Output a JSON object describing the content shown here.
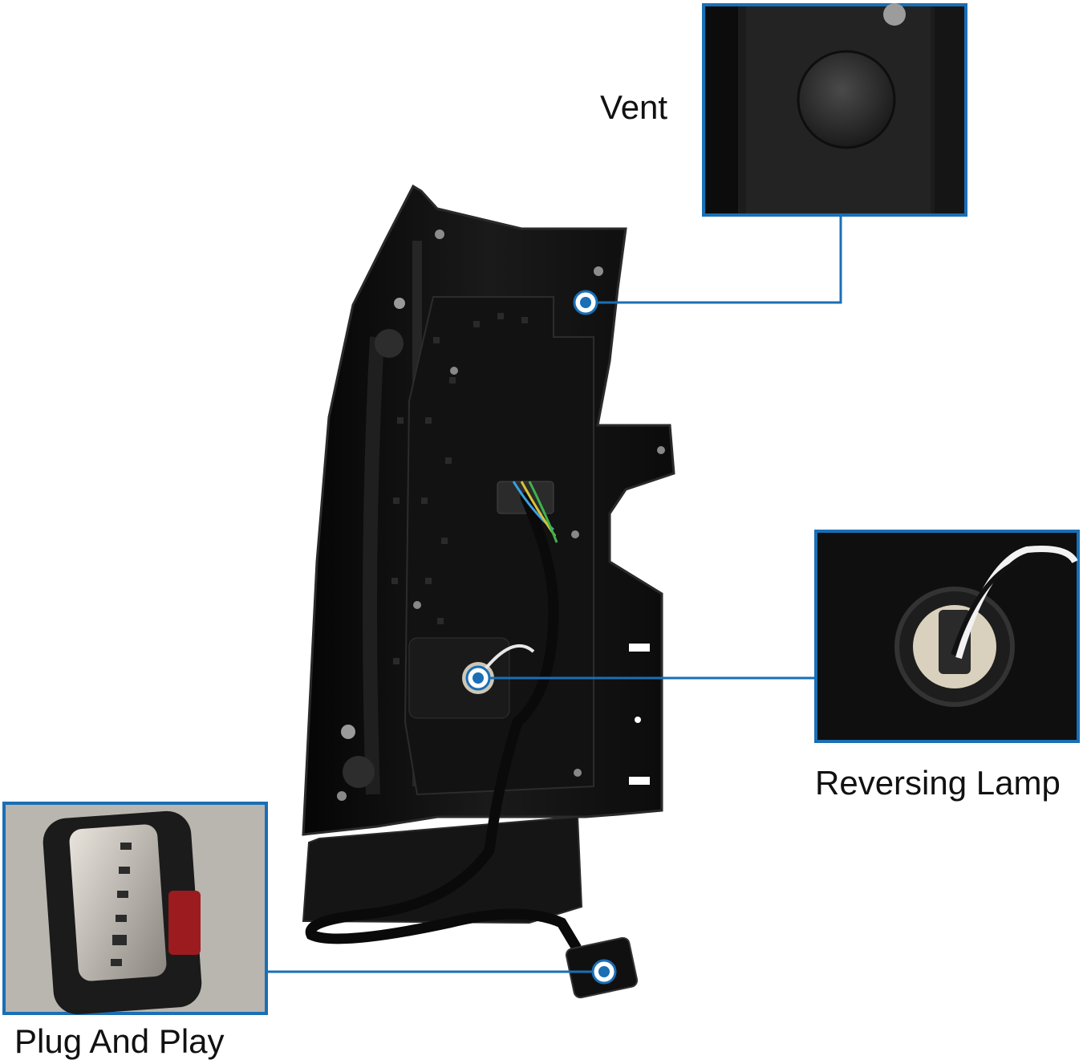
{
  "colors": {
    "accent": "#1a6fb5",
    "housing": "#0e0e0e",
    "housing_edge": "#2a2a2a",
    "background": "#ffffff"
  },
  "callouts": {
    "vent": {
      "label": "Vent"
    },
    "reversing_lamp": {
      "label": "Reversing Lamp"
    },
    "plug_and_play": {
      "label": "Plug And Play"
    }
  }
}
